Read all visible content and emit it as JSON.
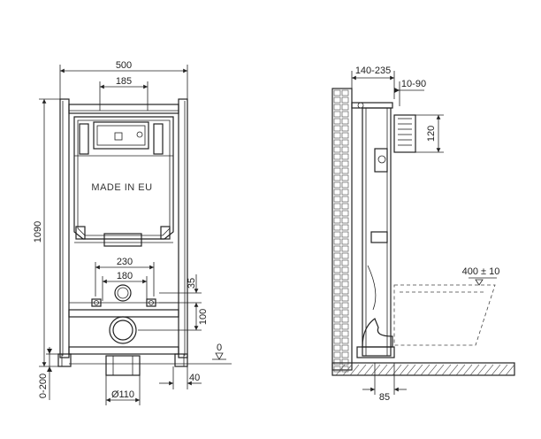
{
  "front_view": {
    "width_label": "500",
    "top_bracket_label": "185",
    "cistern_text": "MADE IN EU",
    "height_label": "1090",
    "flush_spacing_label": "230",
    "inner_spacing_label": "180",
    "inlet_height_label": "35",
    "outlet_height_label": "100",
    "zero_label": "0",
    "leg_adjust_label": "0-200",
    "leg_offset_label": "40",
    "pipe_diameter_label": "Ø110"
  },
  "side_view": {
    "depth_label": "140-235",
    "plate_offset_label": "10-90",
    "plate_height_label": "120",
    "bowl_height_label": "400 ± 10",
    "base_offset_label": "85"
  }
}
